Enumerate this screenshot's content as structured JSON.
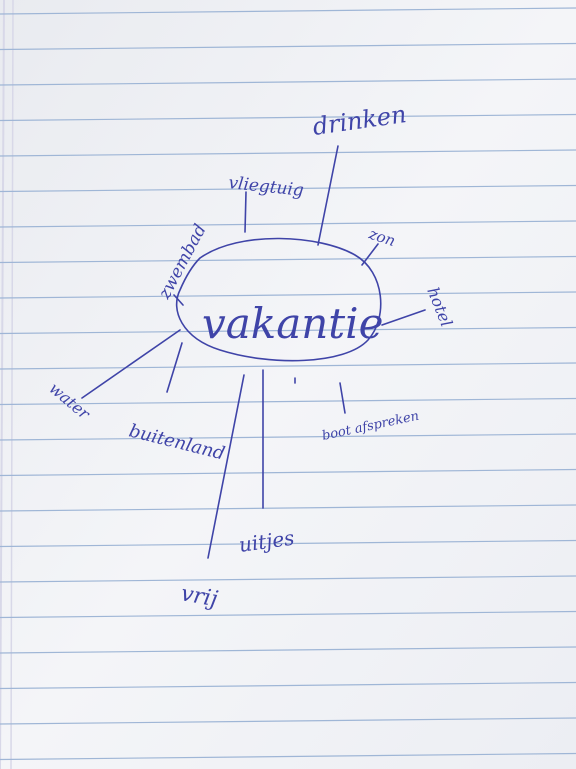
{
  "photo": {
    "paper_color": "#f2f3f6",
    "line_color": "#9fb6d6",
    "margin_line_color": "#d8d8e8",
    "ink_color": "#3f44a8"
  },
  "mindmap": {
    "center_word": "vakantie",
    "branches": [
      {
        "id": "drinken",
        "text": "drinken"
      },
      {
        "id": "vliegtuig",
        "text": "vliegtuig"
      },
      {
        "id": "zon",
        "text": "zon"
      },
      {
        "id": "zwembad",
        "text": "zwembad"
      },
      {
        "id": "hotel",
        "text": "hotel"
      },
      {
        "id": "water",
        "text": "water"
      },
      {
        "id": "buitenland",
        "text": "buitenland"
      },
      {
        "id": "boot",
        "text": "boot afspreken"
      },
      {
        "id": "uitjes",
        "text": "uitjes"
      },
      {
        "id": "vrij",
        "text": "vrij"
      }
    ]
  }
}
